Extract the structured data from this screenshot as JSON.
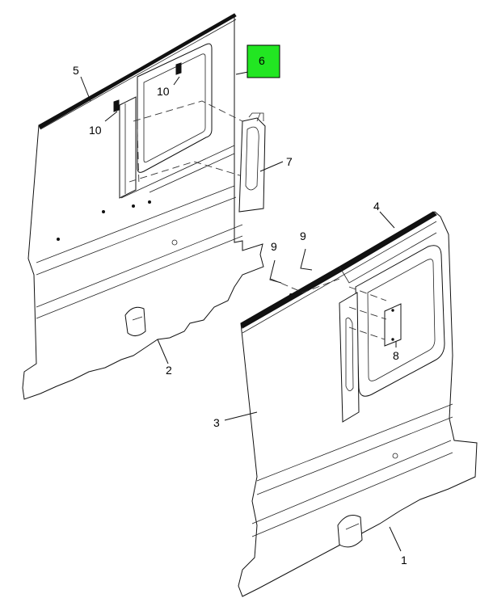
{
  "diagram": {
    "highlight_color": "#22e622",
    "callouts": [
      {
        "id": "c1",
        "label": "1"
      },
      {
        "id": "c2",
        "label": "2"
      },
      {
        "id": "c3",
        "label": "3"
      },
      {
        "id": "c4",
        "label": "4"
      },
      {
        "id": "c5",
        "label": "5"
      },
      {
        "id": "c6",
        "label": "6",
        "highlighted": true
      },
      {
        "id": "c7",
        "label": "7"
      },
      {
        "id": "c8",
        "label": "8"
      },
      {
        "id": "c9a",
        "label": "9"
      },
      {
        "id": "c9b",
        "label": "9"
      },
      {
        "id": "c10a",
        "label": "10"
      },
      {
        "id": "c10b",
        "label": "10"
      }
    ]
  }
}
